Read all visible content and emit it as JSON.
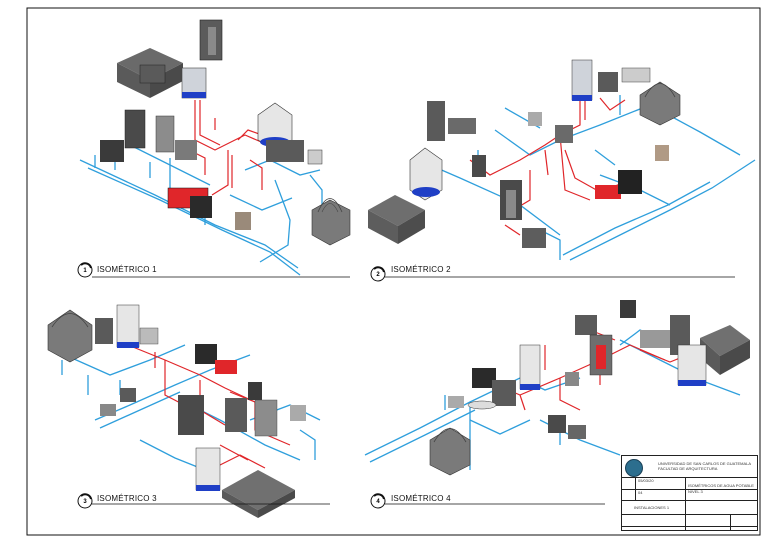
{
  "views": [
    {
      "number": "1",
      "title": "ISOMÉTRICO 1"
    },
    {
      "number": "2",
      "title": "ISOMÉTRICO 2"
    },
    {
      "number": "3",
      "title": "ISOMÉTRICO 3"
    },
    {
      "number": "4",
      "title": "ISOMÉTRICO 4"
    }
  ],
  "title_block": {
    "institution_line1": "UNIVERSIDAD DE SAN CARLOS DE GUATEMALA",
    "institution_line2": "FACULTAD DE ARQUITECTURA",
    "date": "05/03/20",
    "sheet_no": "04",
    "drawing_title_line1": "ISOMÉTRICOS DE AGUA POTABLE",
    "drawing_title_line2": "NIVEL 3",
    "course": "INSTALACIONES 1"
  },
  "colors": {
    "cold_pipe": "#2f9fdc",
    "hot_pipe": "#e0262a",
    "fixture_gray": "#6e6e6e",
    "fixture_dark": "#3a3a3a",
    "blue_base": "#1f3fc6"
  }
}
